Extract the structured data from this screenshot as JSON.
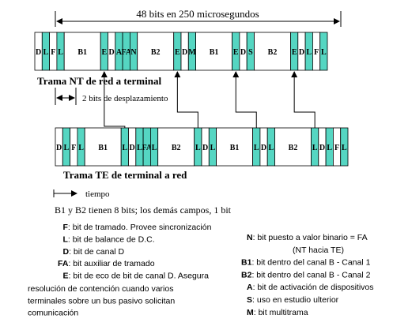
{
  "top_dimension": "48 bits en 250 microsegundos",
  "nt_frame": {
    "title": "Trama NT de red a terminal",
    "cells": [
      {
        "label": "D",
        "teal": false
      },
      {
        "label": "L",
        "teal": true
      },
      {
        "label": "F",
        "teal": false
      },
      {
        "label": "L",
        "teal": true
      },
      {
        "label": "B1",
        "teal": false
      },
      {
        "label": "E",
        "teal": true
      },
      {
        "label": "D",
        "teal": false
      },
      {
        "label": "A",
        "teal": true
      },
      {
        "label": "FA",
        "teal": true
      },
      {
        "label": "N",
        "teal": true
      },
      {
        "label": "B2",
        "teal": false
      },
      {
        "label": "E",
        "teal": true
      },
      {
        "label": "D",
        "teal": false
      },
      {
        "label": "M",
        "teal": true
      },
      {
        "label": "B1",
        "teal": false
      },
      {
        "label": "E",
        "teal": true
      },
      {
        "label": "D",
        "teal": false
      },
      {
        "label": "S",
        "teal": true
      },
      {
        "label": "B2",
        "teal": false
      },
      {
        "label": "E",
        "teal": true
      },
      {
        "label": "D",
        "teal": false
      },
      {
        "label": "L",
        "teal": true
      },
      {
        "label": "F",
        "teal": false
      },
      {
        "label": "L",
        "teal": true
      }
    ]
  },
  "offset_label": "2 bits  de  desplazamiento",
  "te_frame": {
    "title": "Trama TE de terminal a red",
    "cells": [
      {
        "label": "D",
        "teal": false
      },
      {
        "label": "L",
        "teal": true
      },
      {
        "label": "F",
        "teal": false
      },
      {
        "label": "L",
        "teal": true
      },
      {
        "label": "B1",
        "teal": false
      },
      {
        "label": "L",
        "teal": true
      },
      {
        "label": "D",
        "teal": false
      },
      {
        "label": "L",
        "teal": true
      },
      {
        "label": "FA",
        "teal": true
      },
      {
        "label": "L",
        "teal": true
      },
      {
        "label": "B2",
        "teal": false
      },
      {
        "label": "L",
        "teal": true
      },
      {
        "label": "D",
        "teal": false
      },
      {
        "label": "L",
        "teal": true
      },
      {
        "label": "B1",
        "teal": false
      },
      {
        "label": "L",
        "teal": true
      },
      {
        "label": "D",
        "teal": false
      },
      {
        "label": "L",
        "teal": true
      },
      {
        "label": "B2",
        "teal": false
      },
      {
        "label": "L",
        "teal": true
      },
      {
        "label": "D",
        "teal": false
      },
      {
        "label": "L",
        "teal": true
      },
      {
        "label": "F",
        "teal": false
      },
      {
        "label": "L",
        "teal": true
      }
    ]
  },
  "time_label": "tiempo",
  "summary": "B1 y B2 tienen 8 bits; los demás campos, 1 bit",
  "legend_left": [
    {
      "key": "F",
      "text": ": bit de tramado. Provee sincronización"
    },
    {
      "key": "L",
      "text": ": bit de balance de D.C."
    },
    {
      "key": "D",
      "text": ": bit de canal D"
    },
    {
      "key": "FA",
      "text": ": bit auxiliar de tramado"
    },
    {
      "key": "E",
      "text": ": bit de eco de bit de canal D. Asegura"
    }
  ],
  "legend_left_cont": [
    "resolución de contención cuando varios",
    "terminales sobre un bus pasivo solicitan",
    "comunicación"
  ],
  "legend_right": [
    {
      "key": "N",
      "text": ": bit puesto a valor binario = FA"
    },
    {
      "key": "",
      "text": "(NT hacia TE)"
    },
    {
      "key": "B1",
      "text": ": bit dentro del canal B - Canal 1"
    },
    {
      "key": "B2",
      "text": ": bit dentro del canal B - Canal 2"
    },
    {
      "key": "A",
      "text": ": bit de activación de dispositivos"
    },
    {
      "key": "S",
      "text": ": uso  en estudio ulterior"
    },
    {
      "key": "M",
      "text": ": bit multitrama"
    }
  ],
  "colors": {
    "teal": "#55d6c2",
    "white": "#ffffff",
    "line": "#000000"
  }
}
